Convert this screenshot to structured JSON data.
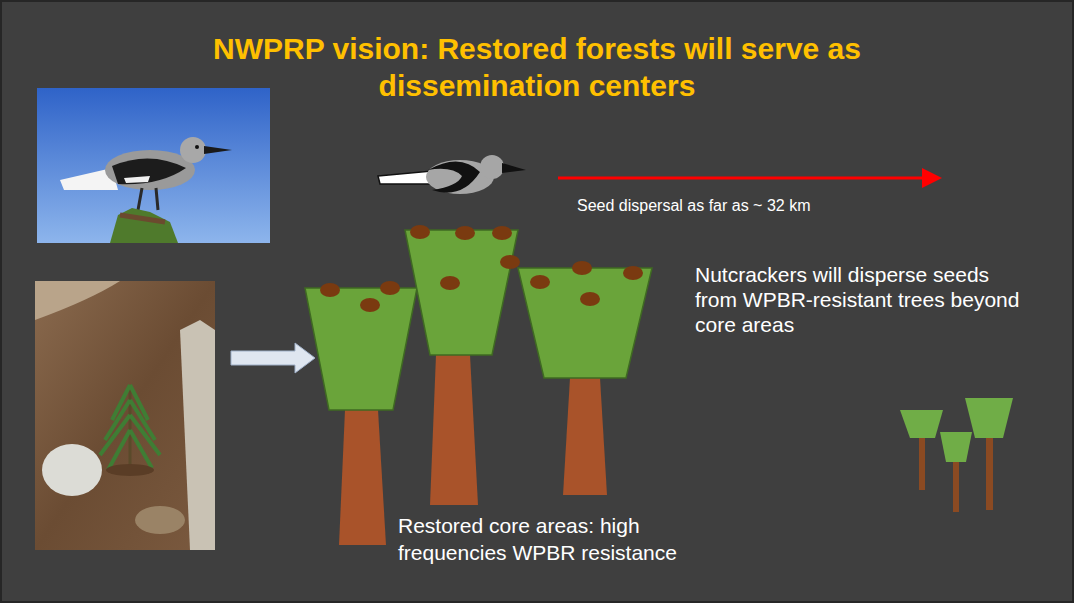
{
  "diagram": {
    "title": "NWPRP vision: Restored forests will serve as dissemination centers",
    "labels": [
      "Seed dispersal as far as ~ 32 km",
      "Nutcrackers will disperse seeds from WPBR-resistant trees beyond core areas",
      "Restored core areas: high frequencies WPBR resistance"
    ]
  }
}
